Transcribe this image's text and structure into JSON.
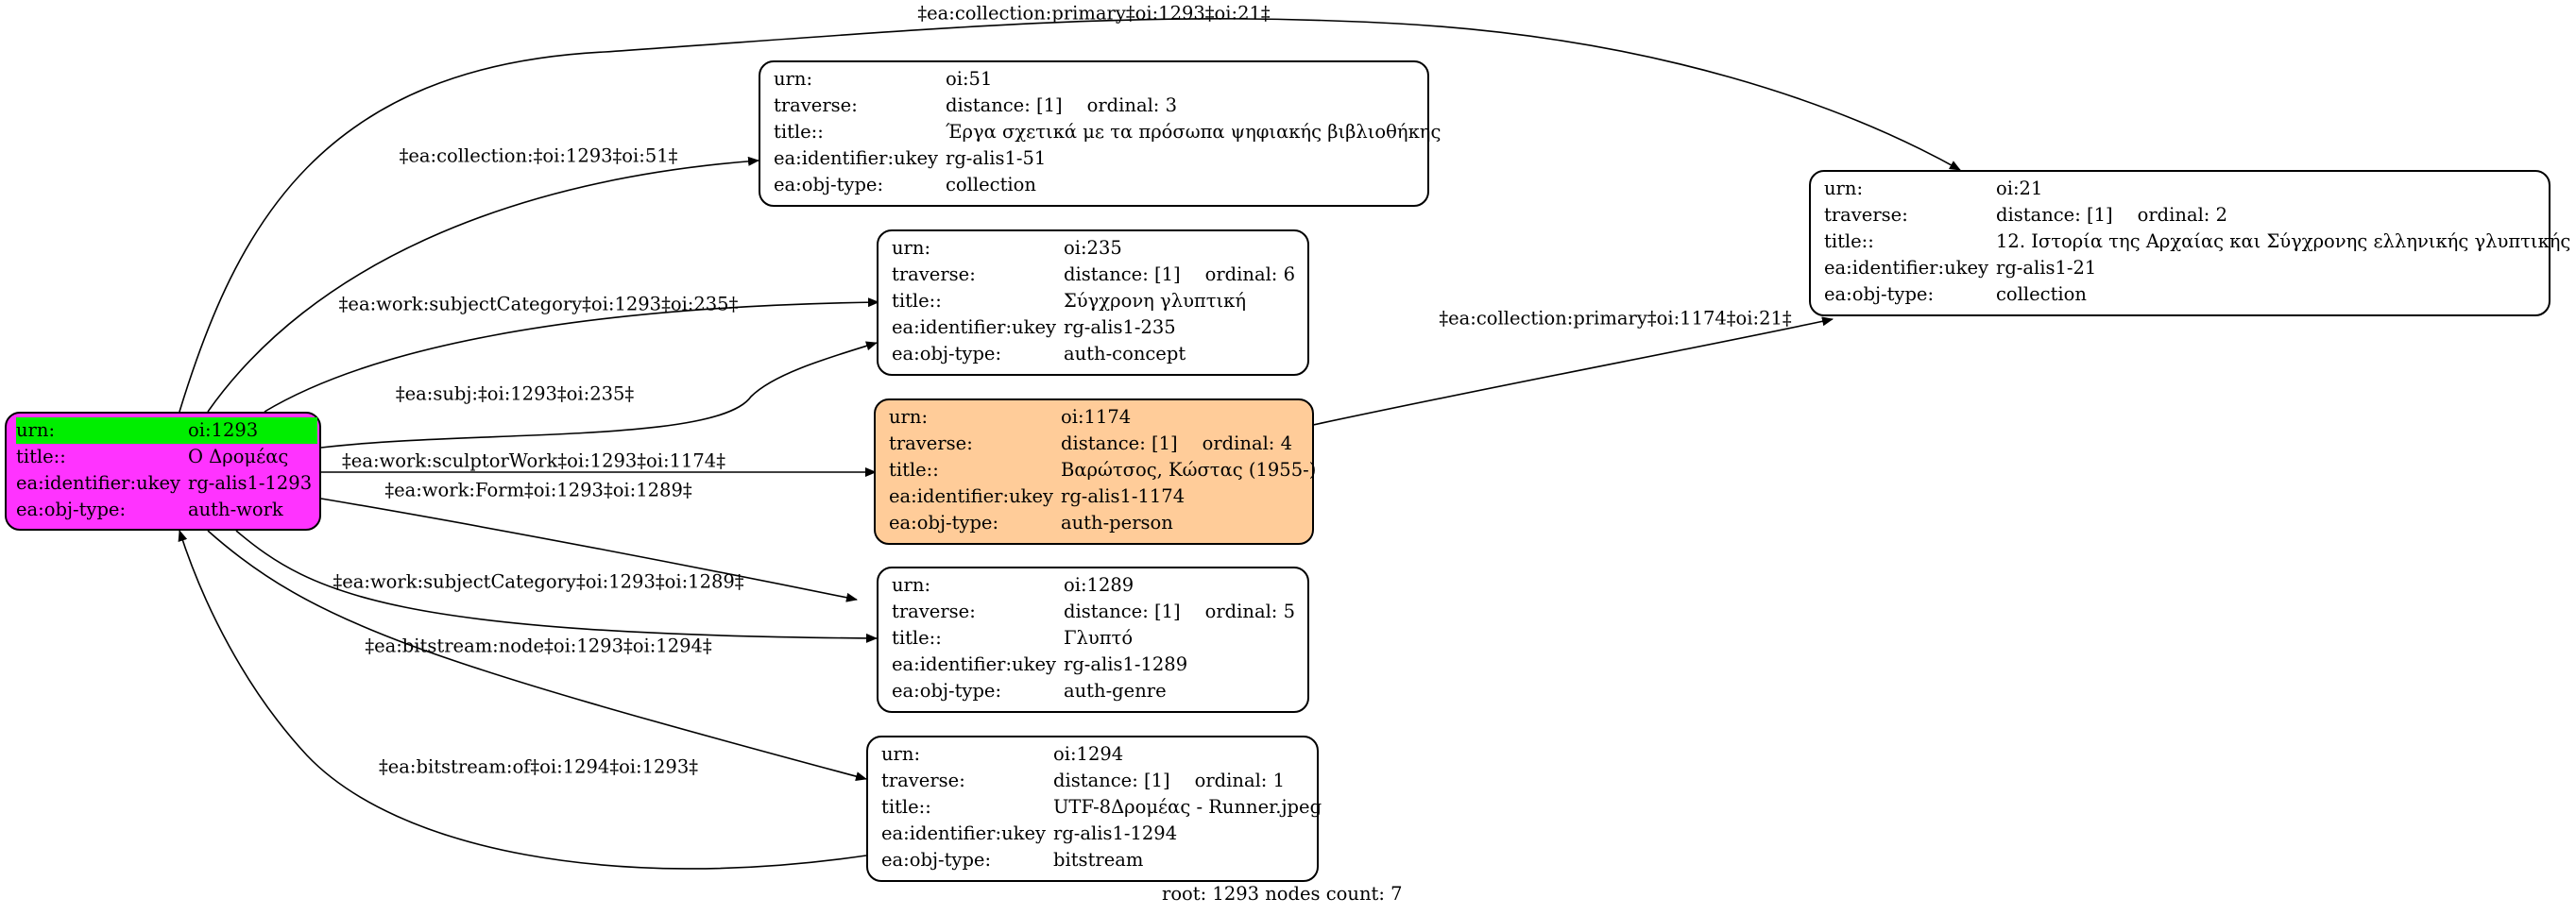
{
  "colors": {
    "root_fill": "#ff33ff",
    "root_header_fill": "#00ee00",
    "focus_fill": "#ffcc99",
    "default_fill": "#ffffff",
    "stroke": "#000000"
  },
  "nodes": [
    {
      "id": "oi1293",
      "rows": [
        {
          "key": "urn:",
          "val": "oi:1293"
        },
        {
          "key": "title::",
          "val": "Ο Δρομέας"
        },
        {
          "key": "ea:identifier:ukey",
          "val": "rg-alis1-1293"
        },
        {
          "key": "ea:obj-type:",
          "val": "auth-work"
        }
      ]
    },
    {
      "id": "oi51",
      "rows": [
        {
          "key": "urn:",
          "val": "oi:51"
        },
        {
          "key": "traverse:",
          "val": "distance: [1]",
          "extra": "ordinal: 3"
        },
        {
          "key": "title::",
          "val": "Έργα σχετικά με τα πρόσωπα ψηφιακής βιβλιοθήκης"
        },
        {
          "key": "ea:identifier:ukey",
          "val": "rg-alis1-51"
        },
        {
          "key": "ea:obj-type:",
          "val": "collection"
        }
      ]
    },
    {
      "id": "oi235",
      "rows": [
        {
          "key": "urn:",
          "val": "oi:235"
        },
        {
          "key": "traverse:",
          "val": "distance: [1]",
          "extra": "ordinal: 6"
        },
        {
          "key": "title::",
          "val": "Σύγχρονη γλυπτική"
        },
        {
          "key": "ea:identifier:ukey",
          "val": "rg-alis1-235"
        },
        {
          "key": "ea:obj-type:",
          "val": "auth-concept"
        }
      ]
    },
    {
      "id": "oi1174",
      "rows": [
        {
          "key": "urn:",
          "val": "oi:1174"
        },
        {
          "key": "traverse:",
          "val": "distance: [1]",
          "extra": "ordinal: 4"
        },
        {
          "key": "title::",
          "val": "Βαρώτσος, Κώστας (1955-)"
        },
        {
          "key": "ea:identifier:ukey",
          "val": "rg-alis1-1174"
        },
        {
          "key": "ea:obj-type:",
          "val": "auth-person"
        }
      ]
    },
    {
      "id": "oi1289",
      "rows": [
        {
          "key": "urn:",
          "val": "oi:1289"
        },
        {
          "key": "traverse:",
          "val": "distance: [1]",
          "extra": "ordinal: 5"
        },
        {
          "key": "title::",
          "val": "Γλυπτό"
        },
        {
          "key": "ea:identifier:ukey",
          "val": "rg-alis1-1289"
        },
        {
          "key": "ea:obj-type:",
          "val": "auth-genre"
        }
      ]
    },
    {
      "id": "oi1294",
      "rows": [
        {
          "key": "urn:",
          "val": "oi:1294"
        },
        {
          "key": "traverse:",
          "val": "distance: [1]",
          "extra": "ordinal: 1"
        },
        {
          "key": "title::",
          "val": "UTF-8Δρομέας - Runner.jpeg"
        },
        {
          "key": "ea:identifier:ukey",
          "val": "rg-alis1-1294"
        },
        {
          "key": "ea:obj-type:",
          "val": "bitstream"
        }
      ]
    },
    {
      "id": "oi21",
      "rows": [
        {
          "key": "urn:",
          "val": "oi:21"
        },
        {
          "key": "traverse:",
          "val": "distance: [1]",
          "extra": "ordinal: 2"
        },
        {
          "key": "title::",
          "val": "12. Ιστορία της Αρχαίας και Σύγχρονης ελληνικής γλυπτικής"
        },
        {
          "key": "ea:identifier:ukey",
          "val": "rg-alis1-21"
        },
        {
          "key": "ea:obj-type:",
          "val": "collection"
        }
      ]
    }
  ],
  "edges": [
    {
      "from": "oi1293",
      "to": "oi21",
      "label": "‡ea:collection:primary‡oi:1293‡oi:21‡"
    },
    {
      "from": "oi1293",
      "to": "oi51",
      "label": "‡ea:collection:‡oi:1293‡oi:51‡"
    },
    {
      "from": "oi1293",
      "to": "oi235",
      "label": "‡ea:work:subjectCategory‡oi:1293‡oi:235‡"
    },
    {
      "from": "oi1293",
      "to": "oi235",
      "label": "‡ea:subj:‡oi:1293‡oi:235‡"
    },
    {
      "from": "oi1174",
      "to": "oi21",
      "label": "‡ea:collection:primary‡oi:1174‡oi:21‡"
    },
    {
      "from": "oi1293",
      "to": "oi1174",
      "label": "‡ea:work:sculptorWork‡oi:1293‡oi:1174‡"
    },
    {
      "from": "oi1293",
      "to": "oi1289",
      "label": "‡ea:work:Form‡oi:1293‡oi:1289‡"
    },
    {
      "from": "oi1293",
      "to": "oi1289",
      "label": "‡ea:work:subjectCategory‡oi:1293‡oi:1289‡"
    },
    {
      "from": "oi1293",
      "to": "oi1294",
      "label": "‡ea:bitstream:node‡oi:1293‡oi:1294‡"
    },
    {
      "from": "oi1294",
      "to": "oi1293",
      "label": "‡ea:bitstream:of‡oi:1294‡oi:1293‡"
    }
  ],
  "footer": "root: 1293 nodes count: 7"
}
